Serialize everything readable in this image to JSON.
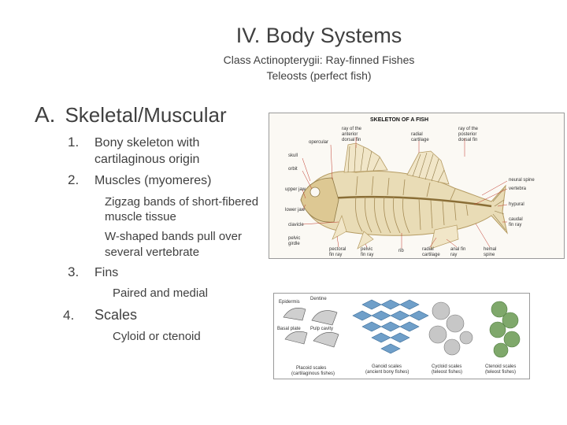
{
  "slide": {
    "title": "IV. Body Systems",
    "subtitle_line1": "Class Actinopterygii: Ray-finned Fishes",
    "subtitle_line2": "Teleosts (perfect fish)",
    "section_letter": "A.",
    "section_heading": "Skeletal/Muscular",
    "items": [
      {
        "num": "1.",
        "text_line1": "Bony skeleton with",
        "text_line2": "cartilaginous origin"
      },
      {
        "num": "2.",
        "text": "Muscles (myomeres)"
      },
      {
        "num": "3.",
        "text": "Fins"
      },
      {
        "num": "4.",
        "text": "Scales"
      }
    ],
    "sub_bullets": [
      {
        "line1": "Zigzag bands of short-fibered",
        "line2": "muscle tissue"
      },
      {
        "line1": "W-shaped bands pull over",
        "line2": "several vertebrate"
      },
      {
        "line1": "Paired and medial"
      },
      {
        "line1": "Cyloid or ctenoid"
      }
    ],
    "bullet_glyph": "",
    "colors": {
      "text": "#404040",
      "bullet": "#6aa0b8"
    }
  },
  "skeleton_figure": {
    "title": "SKELETON OF A FISH",
    "labels": {
      "ray_anterior": [
        "ray of the",
        "anterior",
        "dorsal fin"
      ],
      "opercular": "opercular",
      "radial_cartilage": [
        "radial",
        "cartilage"
      ],
      "ray_posterior": [
        "ray of the",
        "posterior",
        "dorsal fin"
      ],
      "skull": "skull",
      "orbit": "orbit",
      "neural_spine": "neural spine",
      "vertebra": "vertebra",
      "upper_jaw": "upper jaw",
      "lower_jaw": "lower jaw",
      "hypural": "hypural",
      "caudal_fin_ray": [
        "caudal",
        "fin ray"
      ],
      "clavicle": "clavicle",
      "pelvic_girdle": [
        "pelvic",
        "girdle"
      ],
      "pectoral_fin_ray": [
        "pectoral",
        "fin ray"
      ],
      "pelvic_fin_ray": [
        "pelvic",
        "fin ray"
      ],
      "rib": "rib",
      "radial_cartilage_2": [
        "radial",
        "cartilage"
      ],
      "anal_fin_ray": [
        "anal fin",
        "ray"
      ],
      "hemal_spine": [
        "hemal",
        "spine"
      ]
    }
  },
  "scales_figure": {
    "labels": {
      "epidermis": "Epidermis",
      "dentine": "Dentine",
      "basal_plate": "Basal plate",
      "pulp_cavity": "Pulp cavity",
      "placoid": [
        "Placoid scales",
        "(cartilaginous fishes)"
      ],
      "ganoid": [
        "Ganoid scales",
        "(ancient bony fishes)"
      ],
      "cycloid": [
        "Cycloid scales",
        "(teleost fishes)"
      ],
      "ctenoid": [
        "Ctenoid scales",
        "(teleost fishes)"
      ]
    }
  }
}
